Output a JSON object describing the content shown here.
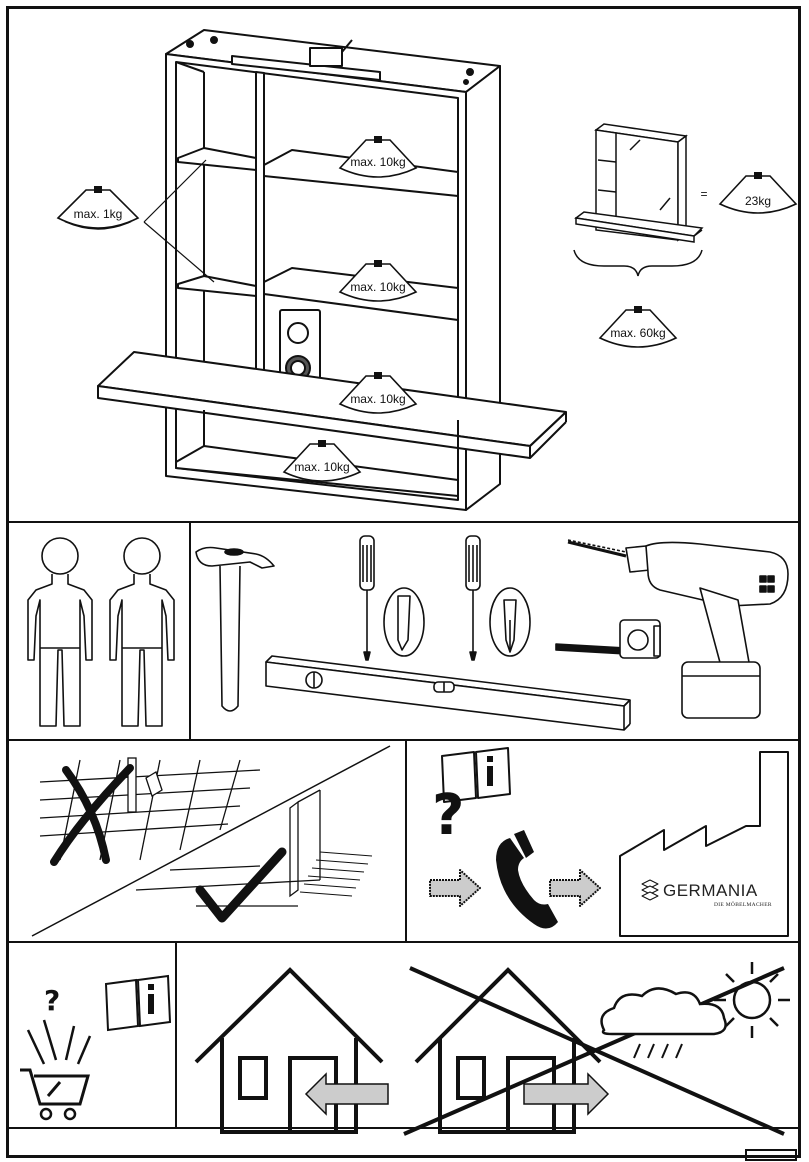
{
  "weight_labels": {
    "shelf_small": "max. 1kg",
    "top_shelf": "max. 10kg",
    "middle_shelf": "max. 10kg",
    "lower_shelf": "max. 10kg",
    "bottom_shelf": "max. 10kg",
    "cabinet_weight": "23kg",
    "total_max": "max. 60kg",
    "equals_sign": "="
  },
  "brand": {
    "name": "GERMANIA",
    "tagline": "DIE MÖBELMACHER"
  },
  "glyphs": {
    "question_mark": "?",
    "info_letter": "i"
  },
  "icons": [
    "weight-icon",
    "person-icon",
    "hammer-icon",
    "flathead-screwdriver-icon",
    "phillips-screwdriver-icon",
    "spirit-level-icon",
    "tape-measure-icon",
    "cordless-drill-icon",
    "cross-mark-icon",
    "check-mark-icon",
    "question-icon",
    "manual-icon",
    "arrow-right-icon",
    "phone-icon",
    "factory-icon",
    "shopping-cart-icon",
    "house-icon",
    "sun-icon",
    "cloud-icon",
    "rain-icon"
  ]
}
